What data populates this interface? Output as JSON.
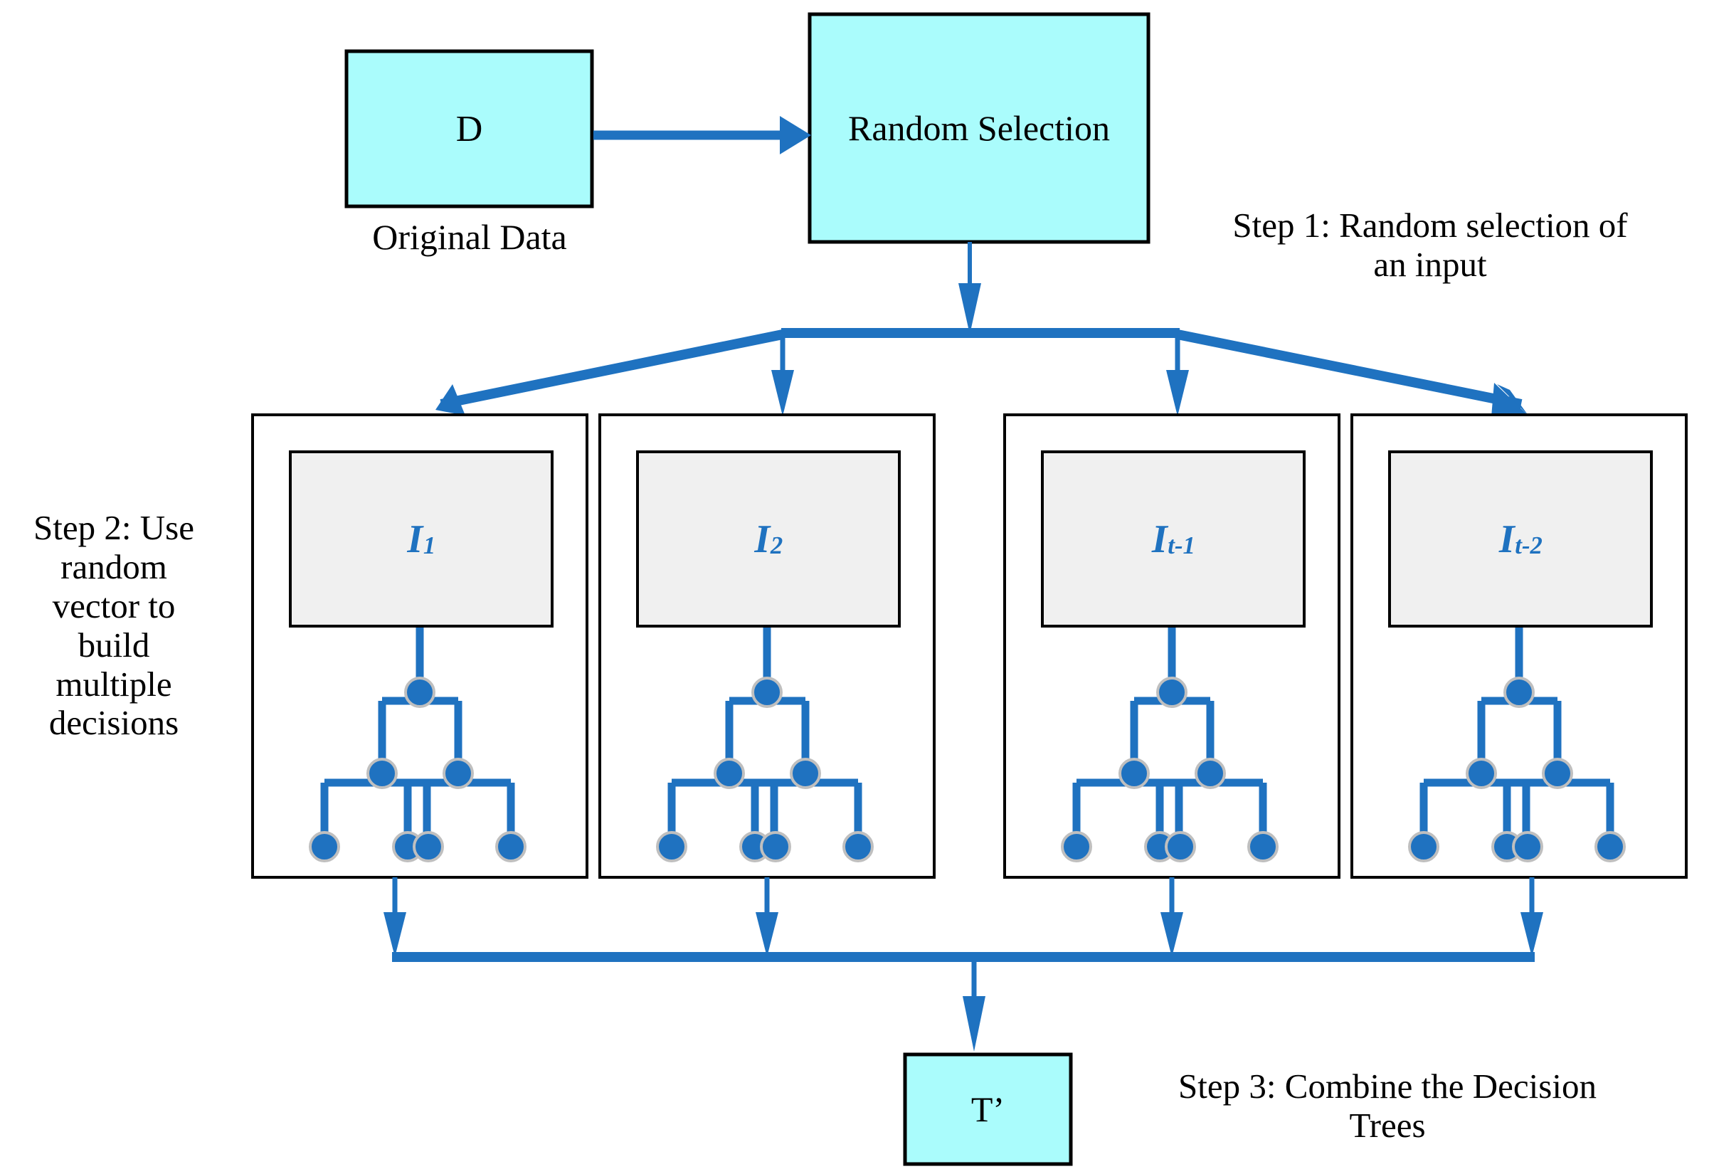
{
  "diagram": {
    "title_text_present": false,
    "colors": {
      "cyan_fill": "#AAFCFC",
      "grey_fill": "#F0F0F0",
      "arrow_blue": "#1F72C0",
      "node_blue": "#1F72C0",
      "node_stroke": "#BFBFBF",
      "outline_black": "#000000",
      "background": "#FFFFFF"
    },
    "nodes": {
      "original_data_box": {
        "label": "D",
        "caption": "Original Data"
      },
      "random_selection_box": {
        "label": "Random Selection"
      },
      "result_box": {
        "label": "T’"
      }
    },
    "steps": [
      {
        "id": "step-1",
        "text": "Step 1: Random selection of\nan input"
      },
      {
        "id": "step-2",
        "text": "Step 2: Use\nrandom\nvector to\nbuild\nmultiple\ndecisions"
      },
      {
        "id": "step-3",
        "text": "Step 3: Combine the Decision\nTrees"
      }
    ],
    "tree_panels": [
      {
        "id": "tree-panel-1",
        "label_main": "I",
        "label_sub": "1"
      },
      {
        "id": "tree-panel-2",
        "label_main": "I",
        "label_sub": "2"
      },
      {
        "id": "tree-panel-3",
        "label_main": "I",
        "label_sub": "t-1"
      },
      {
        "id": "tree-panel-4",
        "label_main": "I",
        "label_sub": "t-2"
      }
    ],
    "tree_structure": {
      "description": "decision tree with root, two internal nodes, four leaves",
      "node_count_per_tree": 7,
      "leaf_count_per_tree": 4
    },
    "arrows": {
      "data_to_selection": "horizontal right arrow",
      "selection_to_fanout": "vertical down arrow",
      "fanout_to_panels": "four arrows from bus to each tree panel",
      "panels_to_merge": "four down arrows into merge bus",
      "merge_to_result": "vertical down arrow into T’ box"
    }
  }
}
